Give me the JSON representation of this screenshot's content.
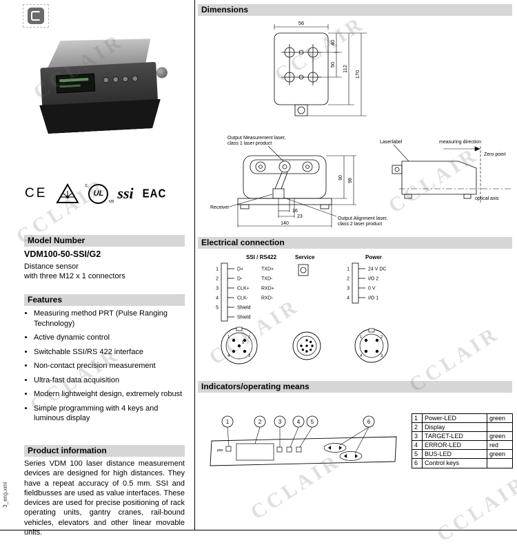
{
  "page": {
    "watermark": "CCLAIR",
    "side_text": "3_eng.xml"
  },
  "certs": {
    "ce": "CE",
    "ul": "UL",
    "ul_c": "c",
    "ul_us": "us",
    "ssi": "ssi",
    "eac": "EAC"
  },
  "model": {
    "header": "Model Number",
    "number": "VDM100-50-SSI/G2",
    "line1": "Distance sensor",
    "line2": "with three M12 x 1 connectors"
  },
  "features": {
    "header": "Features",
    "items": [
      "Measuring method PRT (Pulse Ranging Technology)",
      "Active dynamic control",
      "Switchable SSI/RS 422 interface",
      "Non-contact precision measurement",
      "Ultra-fast data acquisition",
      "Modern lightweight design, extremely robust",
      "Simple programming with 4 keys and luminous display"
    ]
  },
  "product": {
    "header": "Product information",
    "text": "Series VDM 100 laser distance measurement devices are designed for high distances. They have a repeat accuracy of 0.5 mm. SSI and fieldbusses are used as value interfaces. These devices are used for precise positioning of rack operating units, gantry cranes, rail-bound vehicles, elevators and other linear movable units."
  },
  "dimensions": {
    "header": "Dimensions",
    "top": {
      "w": "56",
      "d1": "40",
      "d2": "50",
      "d3": "112",
      "d4": "170"
    },
    "front": {
      "meas1": "Output Measurement laser,",
      "meas2": "class 1 laser product",
      "receiver": "Receiver",
      "align1": "Output Alignment laser,",
      "align2": "class 2 laser product",
      "d90": "90",
      "d98": "98",
      "d16": "16",
      "d23": "23",
      "d140": "140"
    },
    "profile": {
      "laserlabel": "Laserlabel",
      "measuring": "measuring direction",
      "zero": "Zero point",
      "optical": "optical axis"
    }
  },
  "electrical": {
    "header": "Electrical connection",
    "titles": [
      "SSI / RS422",
      "Service",
      "Power"
    ],
    "ssi_pins": [
      {
        "n": "1",
        "a": "D+",
        "b": "TXD+"
      },
      {
        "n": "2",
        "a": "D-",
        "b": "TXD-"
      },
      {
        "n": "3",
        "a": "CLK+",
        "b": "RXD+"
      },
      {
        "n": "4",
        "a": "CLK-",
        "b": "RXD-"
      },
      {
        "n": "5",
        "a": "Shield",
        "b": ""
      },
      {
        "n": "",
        "a": "Shield",
        "b": ""
      }
    ],
    "power_pins": [
      {
        "n": "1",
        "a": "24 V DC"
      },
      {
        "n": "2",
        "a": "I/O 2"
      },
      {
        "n": "3",
        "a": "0 V"
      },
      {
        "n": "4",
        "a": "I/O 1"
      }
    ],
    "m12_ssi_nums": [
      "1",
      "2",
      "3",
      "4",
      "5"
    ],
    "m12_power_nums": [
      "1",
      "2",
      "3",
      "4"
    ]
  },
  "indicators": {
    "header": "Indicators/operating means",
    "callouts": [
      "1",
      "2",
      "3",
      "4",
      "5",
      "6"
    ],
    "pwr_label": "pwr",
    "table": [
      {
        "n": "1",
        "name": "Power-LED",
        "color": "green"
      },
      {
        "n": "2",
        "name": "Display",
        "color": ""
      },
      {
        "n": "3",
        "name": "TARGET-LED",
        "color": "green"
      },
      {
        "n": "4",
        "name": "ERROR-LED",
        "color": "red"
      },
      {
        "n": "5",
        "name": "BUS-LED",
        "color": "green"
      },
      {
        "n": "6",
        "name": "Control keys",
        "color": ""
      }
    ]
  }
}
